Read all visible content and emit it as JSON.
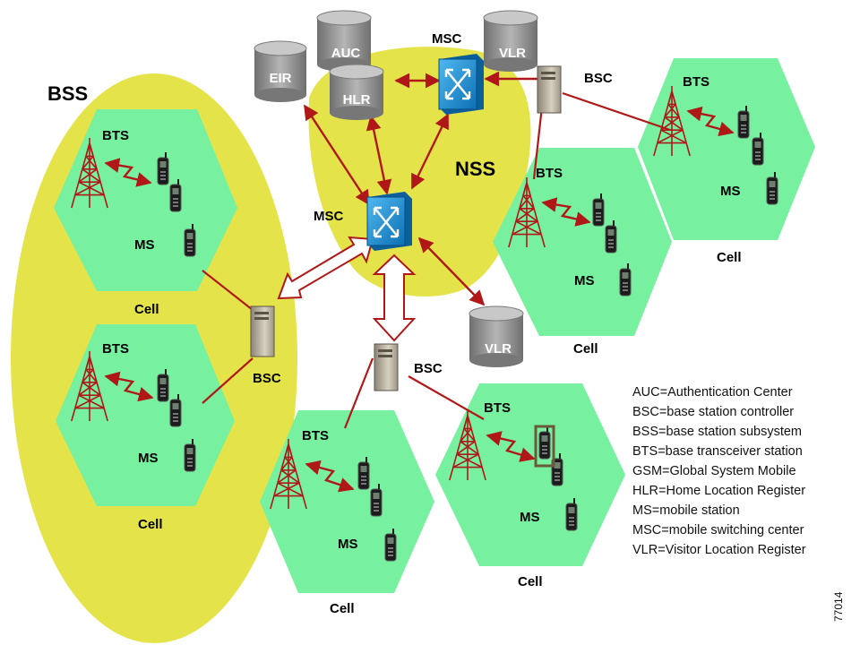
{
  "labels": {
    "bss": "BSS",
    "nss": "NSS",
    "bts": "BTS",
    "ms": "MS",
    "cell": "Cell",
    "bsc": "BSC",
    "msc": "MSC"
  },
  "databases": {
    "eir": "EIR",
    "auc": "AUC",
    "hlr": "HLR",
    "vlr_top": "VLR",
    "vlr_bottom": "VLR"
  },
  "legend": [
    "AUC=Authentication Center",
    "BSC=base station controller",
    "BSS=base station subsystem",
    "BTS=base transceiver station",
    "GSM=Global System Mobile",
    "HLR=Home Location Register",
    "MS=mobile station",
    "MSC=mobile switching center",
    "VLR=Visitor Location Register"
  ],
  "figure_number": "77014",
  "colors": {
    "yellow_region": "#e4e44a",
    "cell_green": "#77f0a0",
    "link_red": "#b01818",
    "switch_blue": "#1a8fd6",
    "db_gray": "#9a9a9a"
  }
}
